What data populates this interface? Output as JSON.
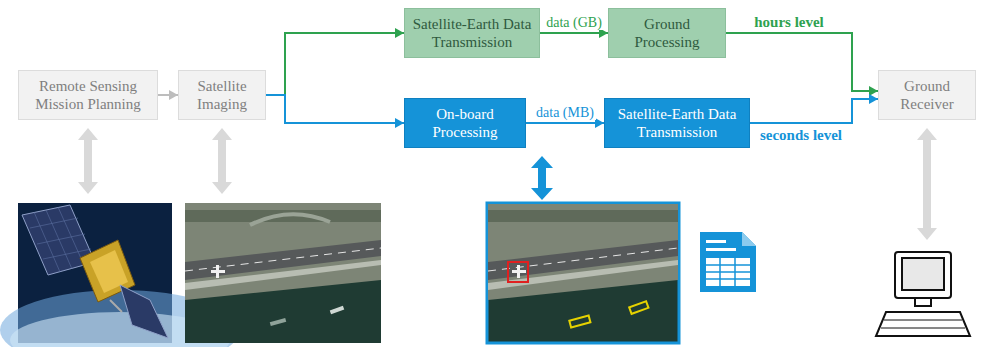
{
  "diagram": {
    "nodes": [
      {
        "text": [
          "Remote Sensing Mission Planning"
        ]
      },
      {
        "text": [
          "Satellite Imaging"
        ]
      },
      {
        "text": [
          "Satellite-Earth Data Transmission"
        ]
      },
      {
        "text": [
          "Ground Processing"
        ]
      },
      {
        "text": [
          "On-board Processing"
        ]
      },
      {
        "text": [
          "Satellite-Earth Data Transmission"
        ]
      },
      {
        "text": [
          "Ground Receiver"
        ]
      }
    ],
    "edges": [
      {
        "from": 0,
        "to": 1,
        "arrow": "to"
      },
      {
        "from": 1,
        "to": 2,
        "arrow": "to"
      },
      {
        "from": 1,
        "to": 4,
        "arrow": "to"
      },
      {
        "from": 2,
        "to": 3,
        "label": "data (GB)",
        "arrow": "to"
      },
      {
        "from": 4,
        "to": 5,
        "label": "data (MB)",
        "arrow": "to"
      },
      {
        "from": 3,
        "to": 6,
        "label": "hours level",
        "arrow": "to"
      },
      {
        "from": 5,
        "to": 6,
        "label": "seconds level",
        "arrow": "to"
      }
    ]
  }
}
